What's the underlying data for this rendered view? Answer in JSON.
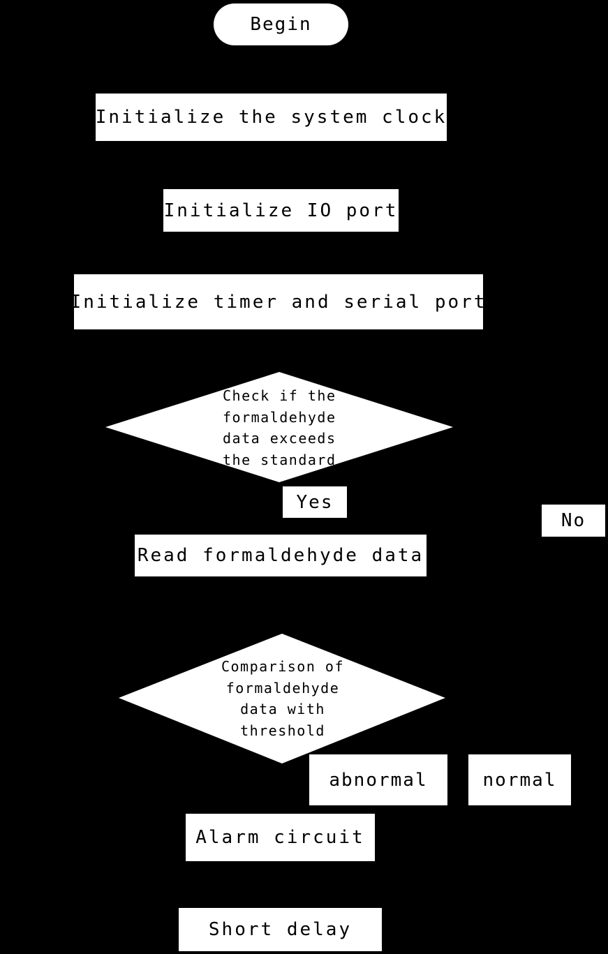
{
  "nodes": {
    "begin": "Begin",
    "init_clock": "Initialize the system clock",
    "init_io": "Initialize IO port",
    "init_timer": "Initialize timer and serial port",
    "check_exceeds": [
      "Check if the",
      "formaldehyde",
      "data exceeds",
      "the standard"
    ],
    "read_data": "Read formaldehyde data",
    "compare": [
      "Comparison of",
      "formaldehyde",
      "data with",
      "threshold"
    ],
    "alarm": "Alarm circuit",
    "delay": "Short delay"
  },
  "labels": {
    "yes": "Yes",
    "no": "No",
    "abnormal": "abnormal",
    "normal": "normal"
  }
}
